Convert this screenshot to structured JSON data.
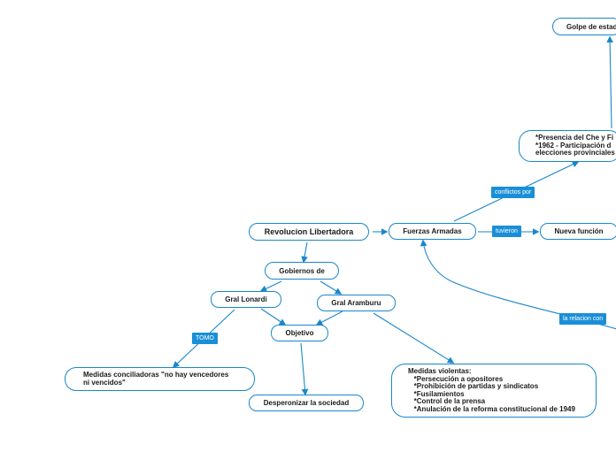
{
  "colors": {
    "line": "#1a87c9",
    "tag_bg": "#1a8fd8",
    "tag_text": "#ffffff",
    "node_border": "#1a87c9"
  },
  "nodes": {
    "revolucion": "Revolucion Libertadora",
    "fuerzas": "Fuerzas Armadas",
    "nueva_funcion": "Nueva función",
    "presencia": [
      "*Presencia del Che y Fi",
      "*1962 - Participación d",
      "elecciones provinciales"
    ],
    "golpe": "Golpe de estad",
    "gobiernos": "Gobiernos de",
    "lonardi": "Gral Lonardi",
    "aramburu": "Gral Aramburu",
    "objetivo": "Objetivo",
    "medidas_conc": [
      "Medidas conciliadoras \"no hay vencedores",
      "ni vencidos\""
    ],
    "desperonizar": "Desperonizar la sociedad",
    "medidas_viol": [
      "Medidas violentas:",
      "   *Persecución a opositores",
      "   *Prohibición de partidas y sindicatos",
      "   *Fusilamientos",
      "   *Control de la prensa",
      "   *Anulación de la reforma constitucional de 1949"
    ]
  },
  "tags": {
    "conflictos": "conflictos por",
    "tuvieron": "tuvieron",
    "relacion": "la relacion con",
    "tomo": "TOMO"
  }
}
